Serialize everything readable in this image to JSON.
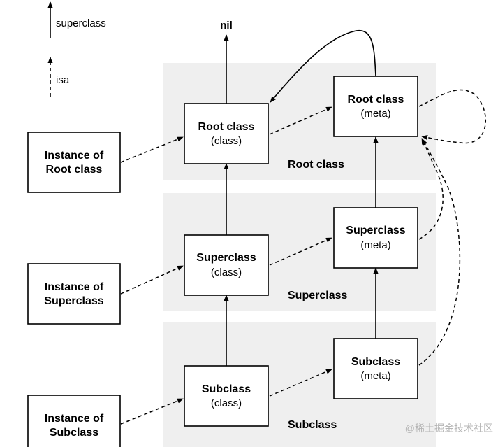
{
  "legend": {
    "superclass_label": "superclass",
    "isa_label": "isa"
  },
  "nil_label": "nil",
  "bands": {
    "root": "Root class",
    "superclass": "Superclass",
    "subclass": "Subclass"
  },
  "nodes": {
    "instance_root": [
      "Instance of",
      "Root class"
    ],
    "instance_super": [
      "Instance of",
      "Superclass"
    ],
    "instance_sub": [
      "Instance of",
      "Subclass"
    ],
    "root_class": [
      "Root class",
      "(class)"
    ],
    "root_meta": [
      "Root class",
      "(meta)"
    ],
    "super_class": [
      "Superclass",
      "(class)"
    ],
    "super_meta": [
      "Superclass",
      "(meta)"
    ],
    "sub_class": [
      "Subclass",
      "(class)"
    ],
    "sub_meta": [
      "Subclass",
      "(meta)"
    ]
  },
  "watermark": "@稀土掘金技术社区",
  "colors": {
    "band_fill": "#efefef",
    "stroke": "#000000",
    "watermark": "#b5b5b5"
  }
}
